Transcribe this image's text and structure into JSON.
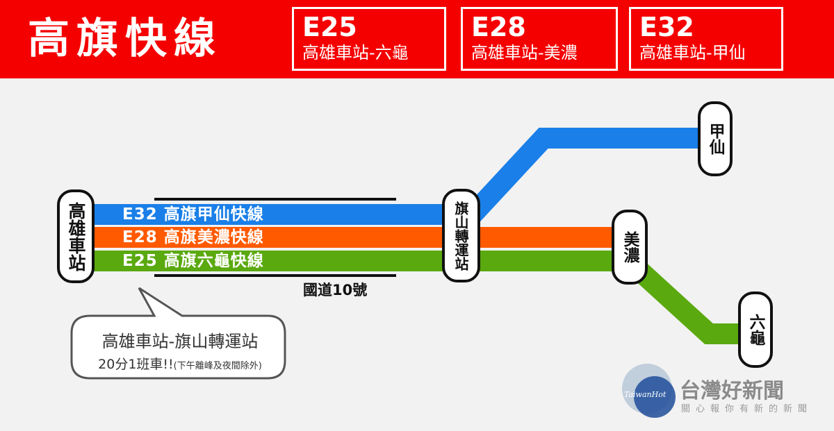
{
  "header": {
    "title": "高旗快線",
    "routes": [
      {
        "code": "E25",
        "name": "高雄車站-六龜"
      },
      {
        "code": "E28",
        "name": "高雄車站-美濃"
      },
      {
        "code": "E32",
        "name": "高雄車站-甲仙"
      }
    ]
  },
  "colors": {
    "header_red": "#f50000",
    "e32_blue": "#1a7fe8",
    "e28_orange": "#ff5a00",
    "e25_green": "#5aa90f"
  },
  "stations": {
    "kaohsiung": "高雄車站",
    "qishan": "旗山轉運站",
    "jiaxian": "甲仙",
    "meinong": "美濃",
    "liugui": "六龜"
  },
  "lines": [
    {
      "label": "E32 高旗甲仙快線"
    },
    {
      "label": "E28 高旗美濃快線"
    },
    {
      "label": "E25 高旗六龜快線"
    }
  ],
  "highway": "國道10號",
  "bubble": {
    "line1": "高雄車站-旗山轉運站",
    "line2": "20分1班車!!",
    "note": "(下午離峰及夜間除外)"
  },
  "watermark": {
    "logo": "TaiwanHot",
    "name": "台灣好新聞",
    "sub": "關心報你有新的新聞"
  }
}
